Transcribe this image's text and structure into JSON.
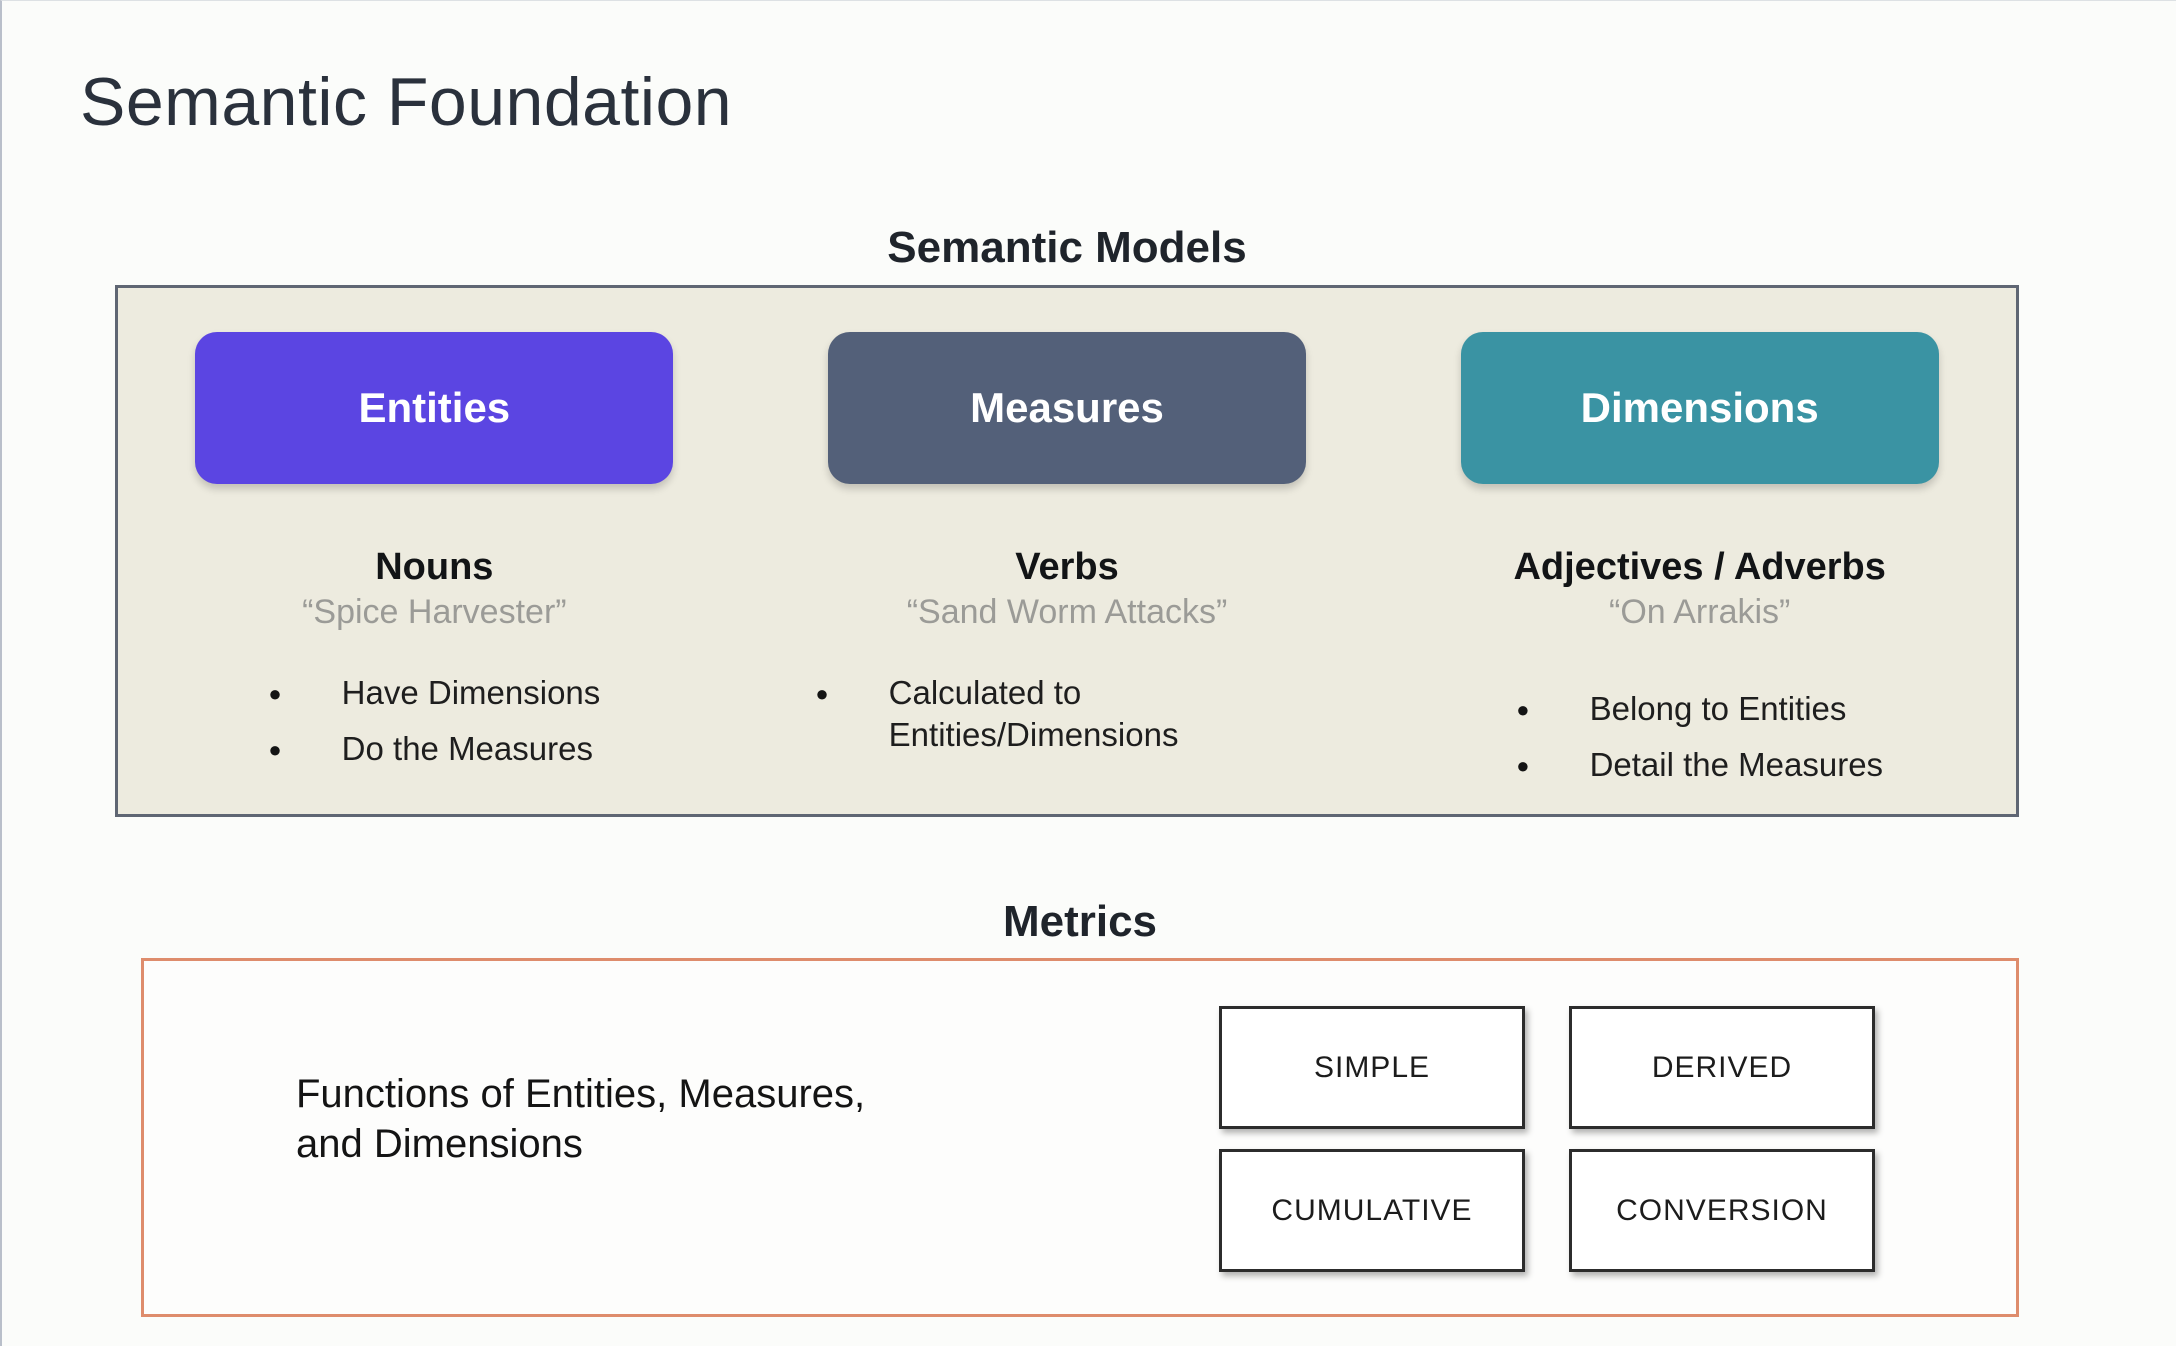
{
  "slide": {
    "title": "Semantic Foundation"
  },
  "semantic_models": {
    "label": "Semantic Models",
    "panel_bg": "#edebdf",
    "panel_border_color": "#5f6673",
    "columns": [
      {
        "button_label": "Entities",
        "button_color": "#5b45e2",
        "heading": "Nouns",
        "quote": "“Spice Harvester”",
        "bullets": [
          "Have Dimensions",
          "Do the Measures"
        ]
      },
      {
        "button_label": "Measures",
        "button_color": "#536079",
        "heading": "Verbs",
        "quote": "“Sand Worm Attacks”",
        "bullets": [
          "Calculated to Entities/Dimensions"
        ]
      },
      {
        "button_label": "Dimensions",
        "button_color": "#3a93a3",
        "heading": "Adjectives / Adverbs",
        "quote": "“On Arrakis”",
        "bullets": [
          "Belong to Entities",
          "Detail the Measures"
        ]
      }
    ]
  },
  "metrics": {
    "label": "Metrics",
    "panel_border_color": "#de8c6c",
    "description_line1": "Functions of Entities, Measures,",
    "description_line2": "and Dimensions",
    "types": [
      "SIMPLE",
      "DERIVED",
      "CUMULATIVE",
      "CONVERSION"
    ]
  }
}
